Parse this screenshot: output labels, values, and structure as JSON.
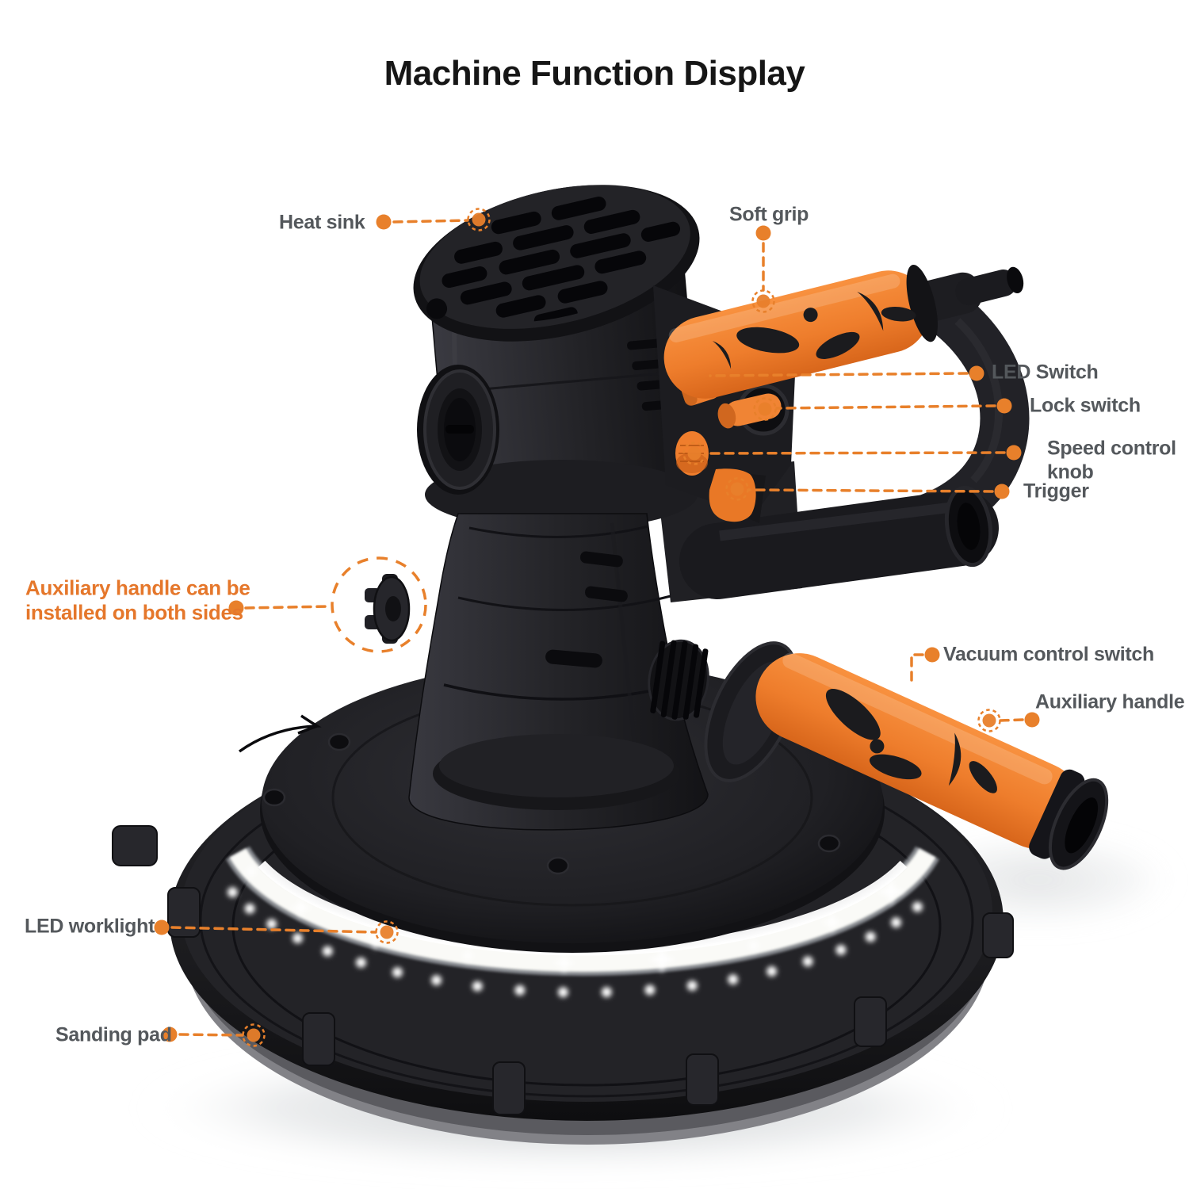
{
  "title": "Machine Function Display",
  "colors": {
    "accent": "#E8802B",
    "label": "#54585C",
    "note": "#E5772B",
    "title": "#161616",
    "machine_orange": "#EE7D2C",
    "machine_black": "#1C1C1F",
    "led_white": "#FFFFFF"
  },
  "callouts": {
    "heat_sink": {
      "label": "Heat sink"
    },
    "soft_grip": {
      "label": "Soft grip"
    },
    "led_switch": {
      "label": "LED Switch"
    },
    "lock_switch": {
      "label": "Lock switch"
    },
    "speed_control_knob": {
      "label": "Speed control\nknob"
    },
    "trigger": {
      "label": "Trigger"
    },
    "auxiliary_handle_note": {
      "label": "Auxiliary handle can be\ninstalled on both sides"
    },
    "vacuum_control_switch": {
      "label": "Vacuum control switch"
    },
    "auxiliary_handle": {
      "label": "Auxiliary handle"
    },
    "led_worklight": {
      "label": "LED worklight"
    },
    "sanding_pad": {
      "label": "Sanding pad"
    }
  }
}
